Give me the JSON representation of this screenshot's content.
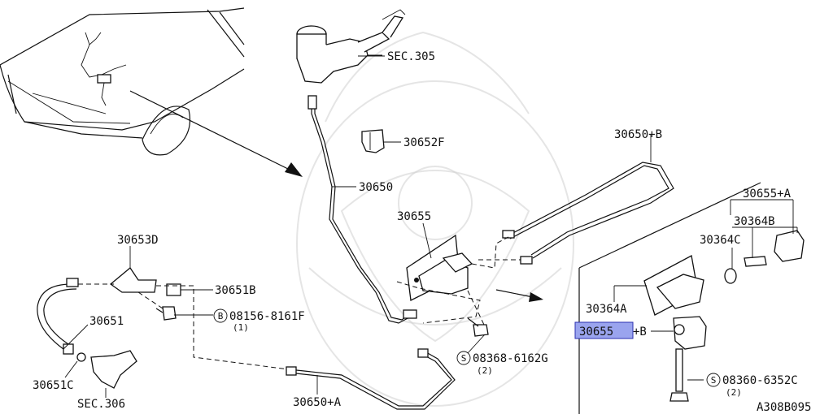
{
  "diagram_code": "A308B095",
  "labels": {
    "sec305": "SEC.305",
    "p30652f": "30652F",
    "p30650": "30650",
    "p30650b": "30650+B",
    "p30655": "30655",
    "p30655a": "30655+A",
    "p30364b": "30364B",
    "p30364c": "30364C",
    "p30364a": "30364A",
    "p30655_hl": "30655",
    "p30655_hl_suffix": "+B",
    "p30653d": "30653D",
    "p30651b": "30651B",
    "p30651": "30651",
    "p30651c": "30651C",
    "sec306": "SEC.306",
    "p30650a": "30650+A",
    "bolt_b_code": "08156-8161F",
    "bolt_b_qty": "(1)",
    "bolt_s1_code": "08368-6162G",
    "bolt_s1_qty": "(2)",
    "bolt_s2_code": "08360-6352C",
    "bolt_s2_qty": "(2)"
  },
  "symbols": {
    "b_mark": "B",
    "s_mark": "S"
  },
  "colors": {
    "highlight_fill": "#9aa4ee",
    "highlight_border": "#2b2fb0",
    "line": "#111111"
  }
}
